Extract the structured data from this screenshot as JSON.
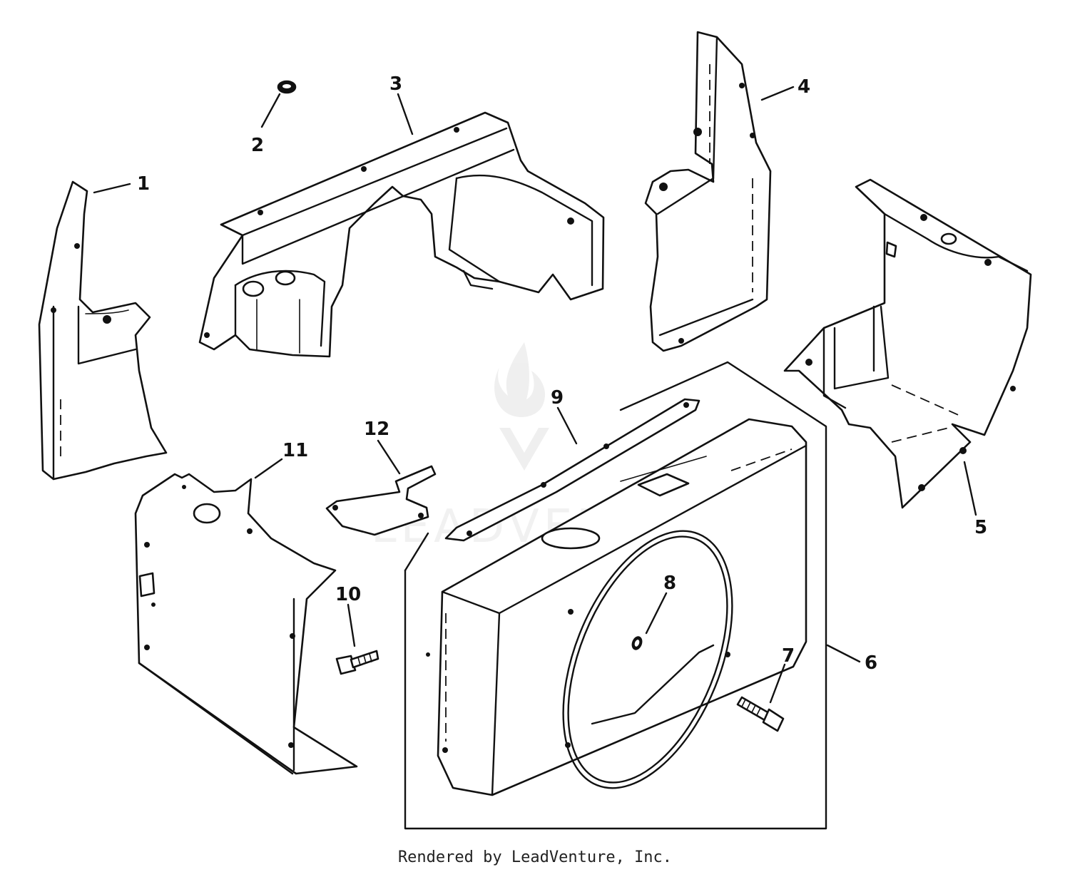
{
  "diagram": {
    "callouts": {
      "c1": "1",
      "c2": "2",
      "c3": "3",
      "c4": "4",
      "c5": "5",
      "c6": "6",
      "c7": "7",
      "c8": "8",
      "c9": "9",
      "c10": "10",
      "c11": "11",
      "c12": "12"
    },
    "watermark": "LEADVENTURE",
    "line_color": "#111111",
    "watermark_color": "#e6e6e6"
  },
  "footer": {
    "credit": "Rendered by LeadVenture, Inc."
  }
}
